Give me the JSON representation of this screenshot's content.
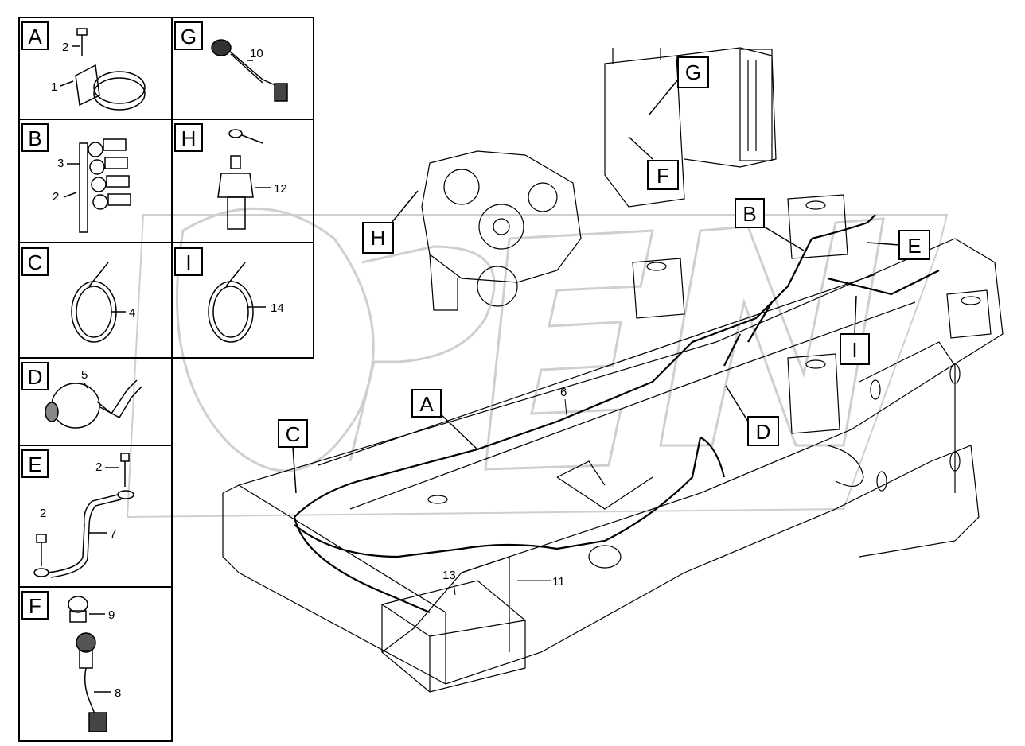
{
  "detail_panels": [
    {
      "id": "A",
      "callouts": [
        "2",
        "1"
      ]
    },
    {
      "id": "G",
      "callouts": [
        "10"
      ]
    },
    {
      "id": "B",
      "callouts": [
        "3",
        "2"
      ]
    },
    {
      "id": "H",
      "callouts": [
        "12"
      ]
    },
    {
      "id": "C",
      "callouts": [
        "4"
      ]
    },
    {
      "id": "I",
      "callouts": [
        "14"
      ]
    },
    {
      "id": "D",
      "callouts": [
        "5"
      ]
    },
    {
      "id": "E",
      "callouts": [
        "2",
        "2",
        "7"
      ]
    },
    {
      "id": "F",
      "callouts": [
        "9",
        "8"
      ]
    }
  ],
  "main_labels": {
    "A": "A",
    "B": "B",
    "C": "C",
    "D": "D",
    "E": "E",
    "F": "F",
    "G": "G",
    "H": "H",
    "I": "I"
  },
  "main_callouts": {
    "n6": "6",
    "n11": "11",
    "n13": "13"
  },
  "watermark": "OPEN"
}
